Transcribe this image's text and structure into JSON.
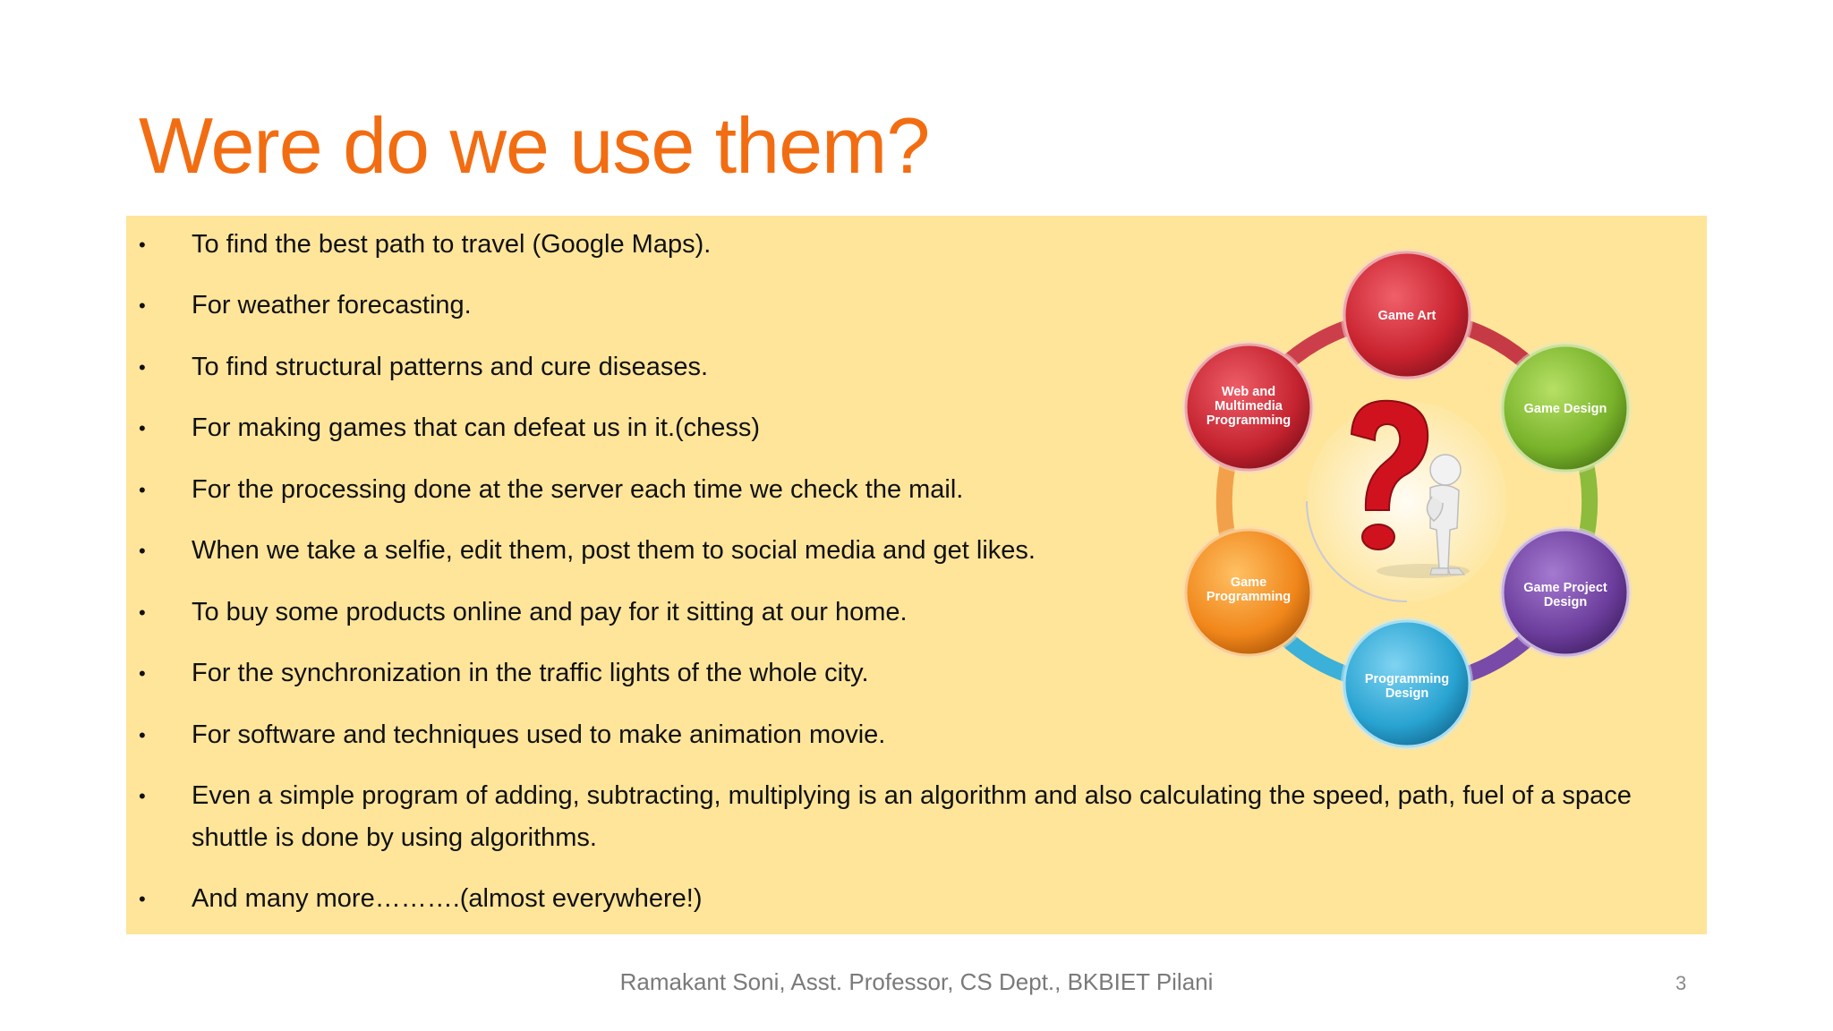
{
  "slide": {
    "title": "Were do we use them?",
    "bullets": [
      "To find the best path to travel (Google Maps).",
      "For weather forecasting.",
      "To find structural patterns and cure diseases.",
      "For making games that can defeat us in it.(chess)",
      "For the processing done at the server each time we check the mail.",
      "When we take a selfie, edit them, post them to social media and get likes.",
      "To buy some products online and pay for it sitting at our home.",
      "For the synchronization in the traffic lights of the whole city.",
      "For software and techniques used to make animation movie.",
      "Even a simple program of adding, subtracting, multiplying is an algorithm and also calculating the speed, path, fuel of a space shuttle is done by using algorithms.",
      "And many more……….(almost everywhere!)"
    ],
    "bullet_glyph": "•",
    "diagram": {
      "center_icon": "question-mark-figure-icon",
      "nodes": [
        {
          "lines": [
            "Game Art"
          ],
          "color": "#cc2a35"
        },
        {
          "lines": [
            "Game Design"
          ],
          "color": "#7cb32e"
        },
        {
          "lines": [
            "Game Project",
            "Design"
          ],
          "color": "#6e3f9e"
        },
        {
          "lines": [
            "Programming",
            "Design"
          ],
          "color": "#2aa6d3"
        },
        {
          "lines": [
            "Game",
            "Programming"
          ],
          "color": "#f08a1c"
        },
        {
          "lines": [
            "Web and",
            "Multimedia",
            "Programming"
          ],
          "color": "#c82733"
        }
      ]
    },
    "footer": "Ramakant Soni, Asst. Professor, CS Dept., BKBIET Pilani",
    "page_number": "3",
    "colors": {
      "title": "#f26d12",
      "content_background": "#fee59a"
    }
  }
}
